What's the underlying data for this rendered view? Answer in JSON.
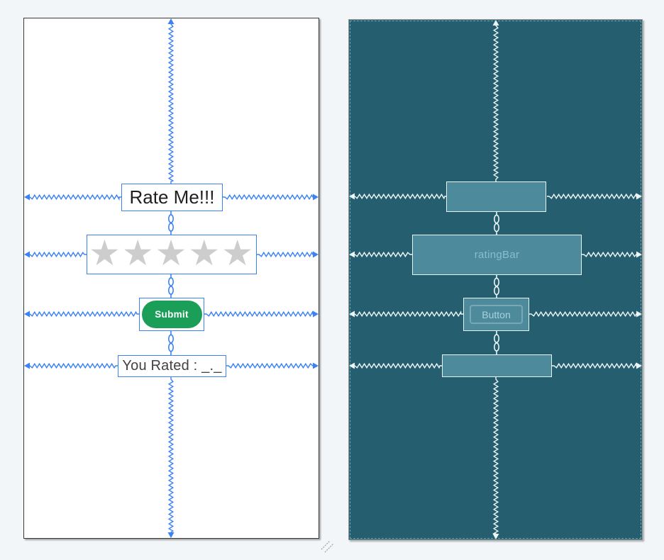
{
  "design_view": {
    "title_text": "Rate Me!!!",
    "rating_stars": "★★★★★",
    "star_count": 5,
    "rating_value": 0,
    "submit_label": "Submit",
    "rated_text": "You Rated : _._"
  },
  "blueprint_view": {
    "rating_bar_label": "ratingBar",
    "button_label": "Button"
  },
  "icons": {
    "constraint_spring": "zigzag-spring",
    "chain_link": "chain-ovals",
    "constraint_arrow": "triangle-arrow",
    "resize_handle": "double-diagonal-lines"
  },
  "colors": {
    "page_background": "#f3f6f8",
    "design_background": "#ffffff",
    "constraint_blue": "#3b82f6",
    "blueprint_background": "#255e6f",
    "blueprint_box_fill": "#4c8a9c",
    "blueprint_box_border": "#e9f3f6",
    "submit_green": "#1b9e58",
    "star_gray": "#cdcdcd",
    "title_text_color": "#1f1f1f",
    "rated_text_color": "#424242"
  }
}
